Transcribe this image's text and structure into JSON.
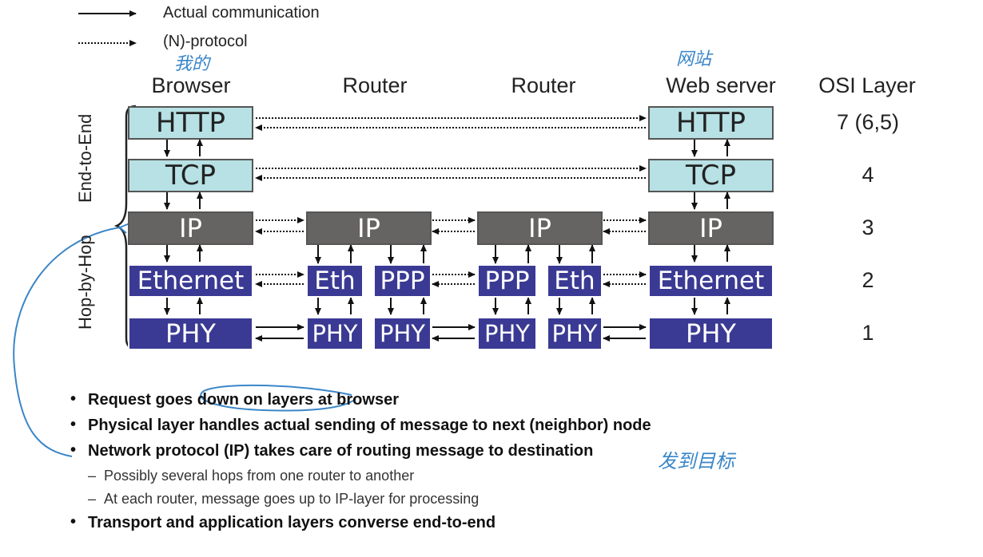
{
  "legend": {
    "solid_label": "Actual communication",
    "dotted_label": "(N)-protocol"
  },
  "columns": {
    "browser": "Browser",
    "router1": "Router",
    "router2": "Router",
    "server": "Web server",
    "osi": "OSI Layer"
  },
  "layers": {
    "http": "HTTP",
    "tcp": "TCP",
    "ip": "IP",
    "ethernet": "Ethernet",
    "eth": "Eth",
    "ppp": "PPP",
    "phy": "PHY"
  },
  "osi_numbers": [
    "7 (6,5)",
    "4",
    "3",
    "2",
    "1"
  ],
  "side_labels": {
    "end_to_end": "End-to-End",
    "hop_by_hop": "Hop-by-Hop"
  },
  "bullets": [
    "Request goes down on layers at browser",
    "Physical layer handles actual sending of message to next (neighbor) node",
    "Network protocol (IP) takes care of routing message to destination"
  ],
  "sub_bullets": [
    "Possibly several hops from one router to another",
    "At each router, message goes up to IP-layer for processing"
  ],
  "last_bullet": "Transport and application layers converse end-to-end",
  "handwriting": {
    "browser_note": "我的",
    "server_note": "网站",
    "destination_note": "发到目标"
  },
  "colors": {
    "app_layer": "#b7e1e4",
    "network_layer": "#666363",
    "link_layer": "#3a3a94",
    "annotation": "#3a86c8"
  }
}
